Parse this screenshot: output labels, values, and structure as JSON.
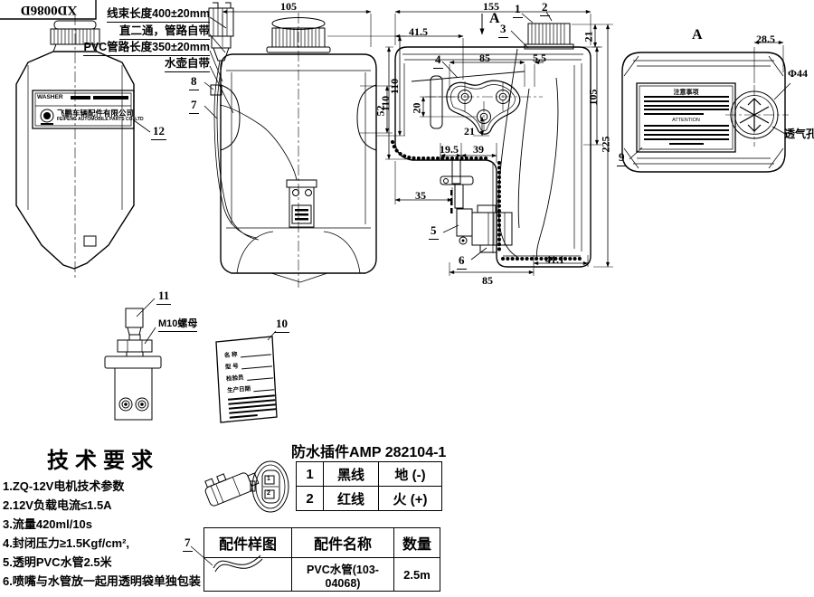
{
  "drawing": {
    "code": "XD0086D"
  },
  "harness_notes": [
    "线束长度400±20mm",
    "直二通，管路自带",
    "PVC管路长度350±20mm",
    "水壶自带"
  ],
  "bottle": {
    "label_brand": "WASHER",
    "company_cn": "飞鹏车辆配件有限公司",
    "company_en": "FEIPENG AUTOMOBILE PARTS CO.,LTD",
    "balloon": "12"
  },
  "front_view": {
    "dim_width": "105",
    "dim_pocket": "52",
    "dim_height": "110",
    "balloon_8": "8",
    "balloon_7": "7"
  },
  "side_view": {
    "dim_width": "155",
    "letter": "A",
    "balloon_1": "1",
    "balloon_2": "2",
    "balloon_3": "3",
    "balloon_5": "5",
    "balloon_6": "6",
    "dim_cap_h": "21",
    "dim_41_5": "41.5",
    "dim_4": "4",
    "dim_85": "85",
    "dim_5_5": "5.5",
    "dim_20": "20",
    "dim_110": "110",
    "dim_21": "21",
    "dim_19_5": "19.5",
    "dim_39": "39",
    "dim_35": "35",
    "dim_105": "105",
    "dim_225": "225",
    "dim_85_b": "85",
    "dim_41_1": "41.1"
  },
  "top_view": {
    "letter": "A",
    "dim_28_5": "28.5",
    "dim_dia": "Φ44",
    "vent_label": "透气孔",
    "balloon_9": "9",
    "notice_title": "注意事项",
    "notice_en": "ATTENTION"
  },
  "nozzle": {
    "balloon_11": "11",
    "nut_label": "M10螺母"
  },
  "tag": {
    "balloon_10": "10",
    "field_1": "名 称",
    "field_2": "型 号",
    "field_3": "检验员",
    "field_4": "生产日期"
  },
  "tech_requirements": {
    "title": "技术要求",
    "items": [
      "1.ZQ-12V电机技术参数",
      "2.12V负载电流≤1.5A",
      "3.流量420ml/10s",
      "4.封闭压力≥1.5Kgf/cm²,",
      "5.透明PVC水管2.5米",
      "6.喷嘴与水管放一起用透明袋单独包装"
    ]
  },
  "amp_connector": {
    "title": "防水插件AMP 282104-1",
    "pin_1": "1",
    "pin_2": "2",
    "rows": [
      {
        "no": "1",
        "wire": "黑线",
        "role": "地 (-)"
      },
      {
        "no": "2",
        "wire": "红线",
        "role": "火 (+)"
      }
    ]
  },
  "parts_table": {
    "balloon_7": "7",
    "headers": [
      "配件样图",
      "配件名称",
      "数量"
    ],
    "row": {
      "name": "PVC水管(103-04068)",
      "qty": "2.5m"
    }
  }
}
